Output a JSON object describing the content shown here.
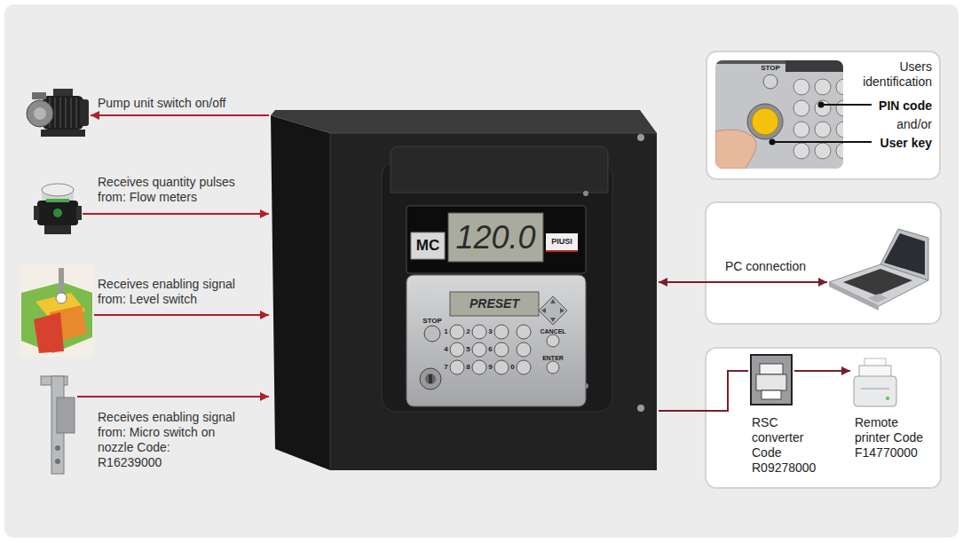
{
  "diagram": {
    "nodes": [
      {
        "text": [
          "Pump unit switch on/off"
        ]
      },
      {
        "text": [
          "Receives quantity pulses from: Flow meters"
        ]
      },
      {
        "text": [
          "Receives enabling signal from: Level switch"
        ]
      },
      {
        "text": [
          "Receives enabling signal from: Micro switch on nozzle Code: R16239000"
        ]
      },
      {
        "text": [
          "MC",
          "120.0",
          "PIUSI",
          "PRESET"
        ]
      },
      {
        "text": [
          "Users identification",
          "PIN code",
          "and/or",
          "User key"
        ]
      },
      {
        "text": [
          "PC connection"
        ]
      },
      {
        "text": [
          "RSC converter Code R09278000"
        ]
      },
      {
        "text": [
          "Remote printer Code F14770000"
        ]
      }
    ],
    "edges": [
      {
        "from": 4,
        "to": 0,
        "arrow": "to"
      },
      {
        "from": 1,
        "to": 4,
        "arrow": "to"
      },
      {
        "from": 2,
        "to": 4,
        "arrow": "to"
      },
      {
        "from": 3,
        "to": 4,
        "arrow": "to"
      },
      {
        "from": 4,
        "to": 6,
        "arrow": "both"
      },
      {
        "from": 4,
        "to": 7,
        "arrow": "none"
      },
      {
        "from": 7,
        "to": 8,
        "arrow": "to"
      }
    ],
    "labels": [
      "STOP",
      "1",
      "2",
      "3",
      "4",
      "5",
      "6",
      "7",
      "8",
      "9",
      "0",
      "CANCEL",
      "ENTER",
      "STOP"
    ]
  }
}
